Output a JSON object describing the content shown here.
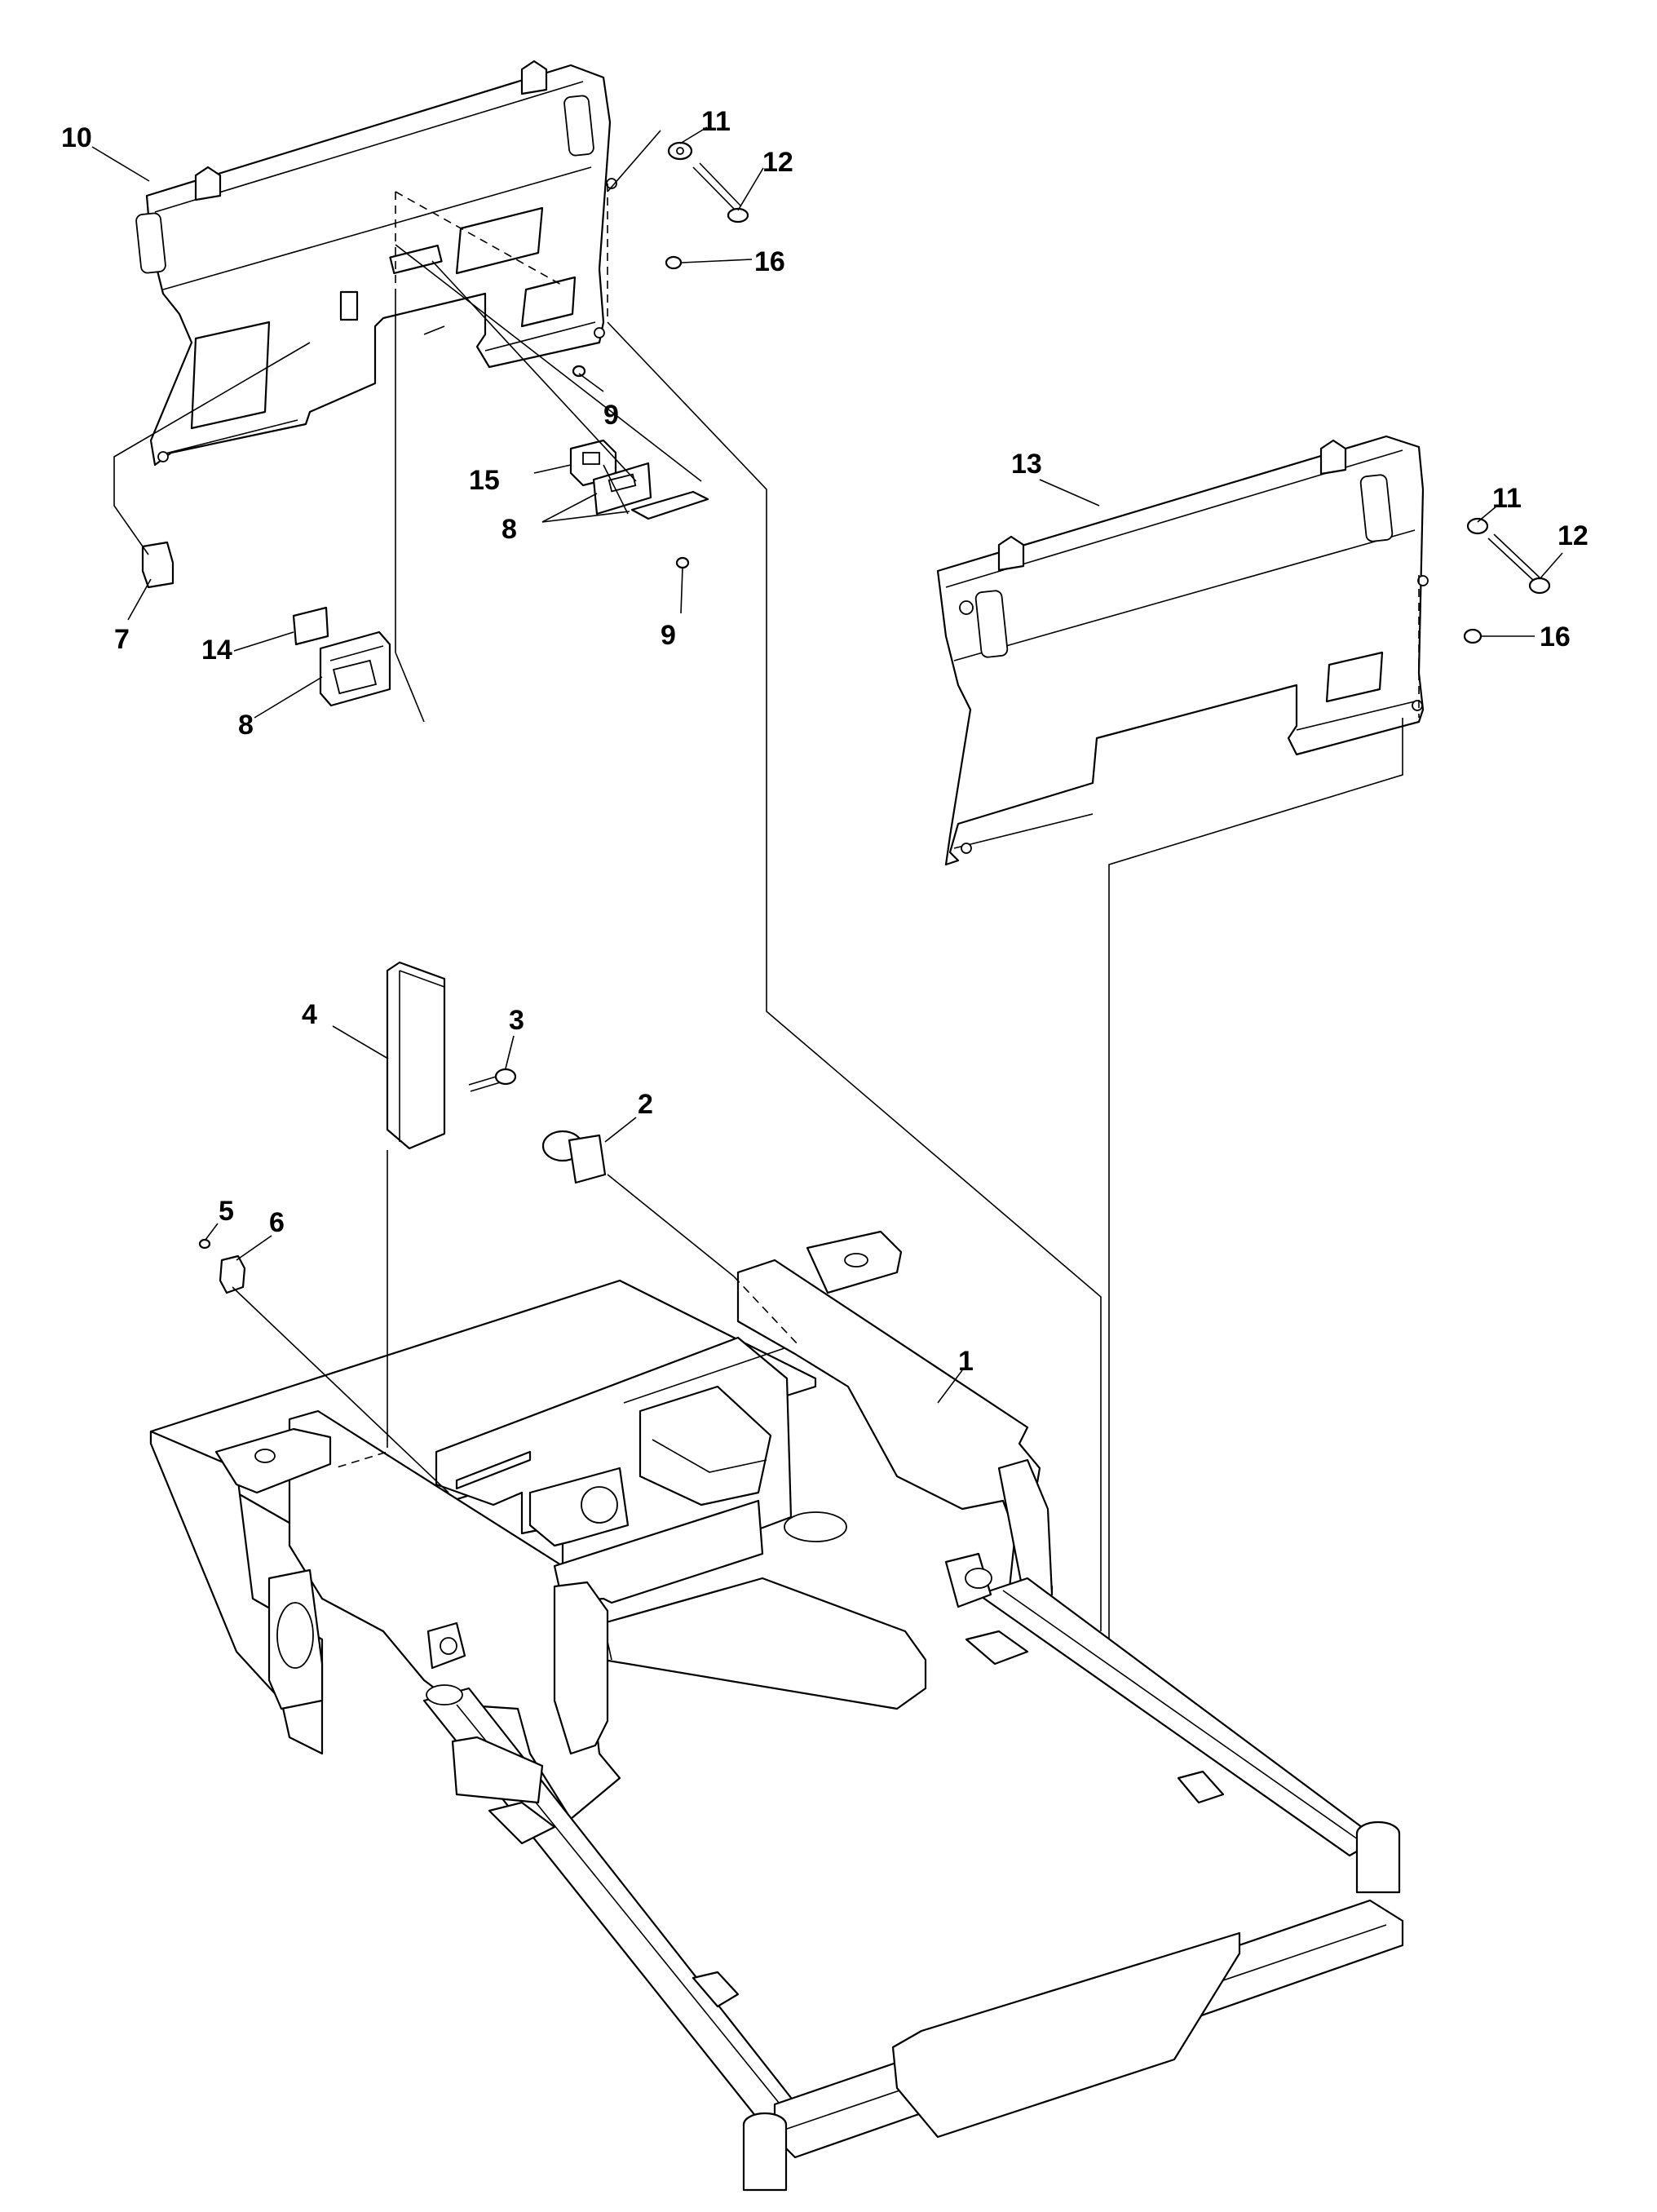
{
  "callouts": {
    "c1": "1",
    "c2": "2",
    "c3": "3",
    "c4": "4",
    "c5": "5",
    "c6": "6",
    "c7": "7",
    "c8a": "8",
    "c8b": "8",
    "c9a": "9",
    "c9b": "9",
    "c10": "10",
    "c11a": "11",
    "c11b": "11",
    "c12a": "12",
    "c12b": "12",
    "c13": "13",
    "c14": "14",
    "c15": "15",
    "c16a": "16",
    "c16b": "16"
  }
}
